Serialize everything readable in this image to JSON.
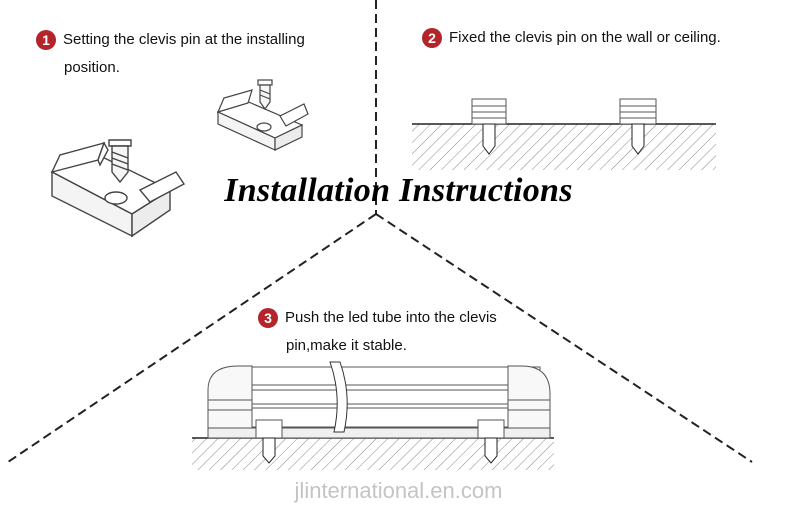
{
  "title": "Installation Instructions",
  "badge_color": "#b3252a",
  "steps": [
    {
      "number": "1",
      "line1": "Setting the clevis pin at the installing",
      "line2": "position."
    },
    {
      "number": "2",
      "line1": "Fixed the clevis pin on the wall or ceiling.",
      "line2": ""
    },
    {
      "number": "3",
      "line1": "Push the led tube into the clevis",
      "line2": "pin,make it stable."
    }
  ],
  "watermark": "jlinternational.en.com"
}
